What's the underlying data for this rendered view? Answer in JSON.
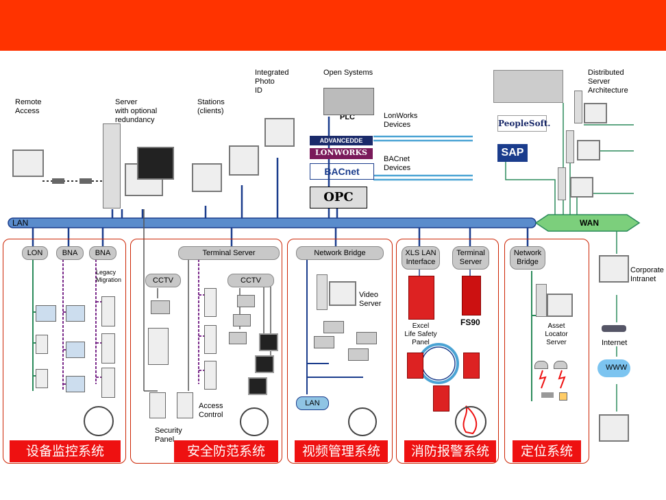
{
  "header": {
    "bar_color": "#ff3300"
  },
  "top_labels": {
    "remote_access": "Remote\nAccess",
    "server": "Server\nwith optional\nredundancy",
    "stations": "Stations\n(clients)",
    "photo_id": "Integrated\nPhoto\nID",
    "open_systems": "Open Systems",
    "plc": "PLC",
    "lonworks_devices": "LonWorks\nDevices",
    "bacnet_devices": "BACnet\nDevices",
    "distributed": "Distributed\nServer\nArchitecture"
  },
  "brands": {
    "advancedde": "ADVANCEDDE",
    "lonworks": "LONWORKS",
    "bacnet": "BACnet",
    "opc": "OPC",
    "peoplesoft": "PeopleSoft.",
    "sap": "SAP"
  },
  "network": {
    "lan": "LAN",
    "wan": "WAN"
  },
  "systems": {
    "bms": {
      "pills": [
        "LON",
        "BNA",
        "BNA"
      ],
      "legacy": "Legacy\nMigration",
      "name": "设备监控系统"
    },
    "security": {
      "terminal_server": "Terminal Server",
      "cctv1": "CCTV",
      "cctv2": "CCTV",
      "access_control": "Access\nControl",
      "security_panel": "Security\nPanel",
      "name": "安全防范系统"
    },
    "video": {
      "bridge": "Network Bridge",
      "video_server": "Video\nServer",
      "lan": "LAN",
      "name": "视频管理系统"
    },
    "fire": {
      "xls": "XLS LAN\nInterface",
      "terminal_server": "Terminal\nServer",
      "excel": "Excel\nLife Safety\nPanel",
      "fs90": "FS90",
      "name": "消防报警系统"
    },
    "location": {
      "bridge": "Network\nBridge",
      "asset": "Asset\nLocator\nServer",
      "name": "定位系统"
    }
  },
  "right": {
    "corporate": "Corporate\nIntranet",
    "internet": "Internet",
    "www": "WWW"
  },
  "colors": {
    "lan": "#1a3c8c",
    "green": "#2a8a5a",
    "purple": "#7a2a8a",
    "red": "#ee1111",
    "box_border": "#cc2200"
  }
}
